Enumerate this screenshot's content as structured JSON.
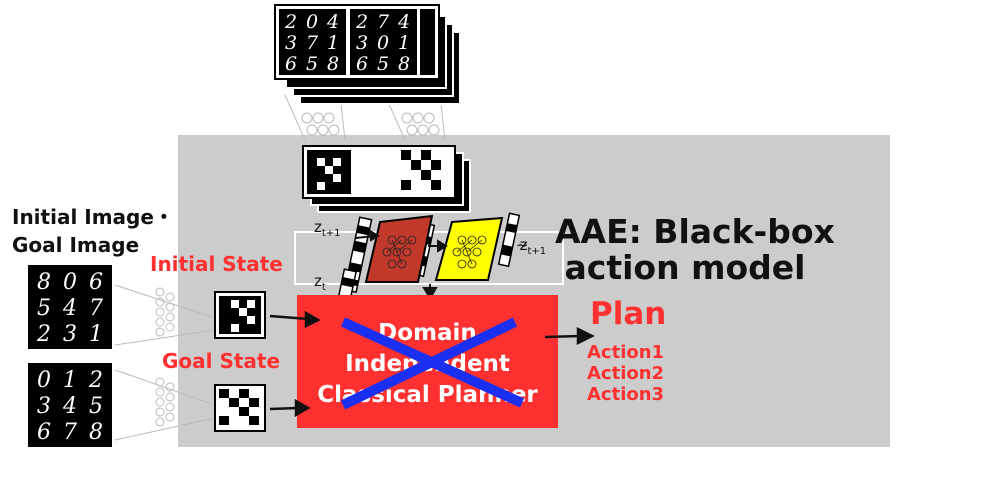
{
  "captions": {
    "input_images": "Initial Image・\nGoal Image",
    "initial_state": "Initial State",
    "goal_state": "Goal State",
    "aae": "AAE: Black-box\naction model",
    "plan": "Plan"
  },
  "planner": {
    "label_lines": [
      "Domain",
      "Independent",
      "Classical Planner"
    ]
  },
  "plan_actions": [
    "Action1",
    "Action2",
    "Action3"
  ],
  "latent_labels": {
    "z_t": "z",
    "z_t_sub": "t",
    "z_t1": "z",
    "z_t1_sub": "t+1",
    "z_tilde": "z",
    "z_tilde_sub": "t+1"
  },
  "digit_grids": {
    "initial_image": [
      [
        "8",
        "0",
        "6"
      ],
      [
        "5",
        "4",
        "7"
      ],
      [
        "2",
        "3",
        "1"
      ]
    ],
    "goal_image": [
      [
        "0",
        "1",
        "2"
      ],
      [
        "3",
        "4",
        "5"
      ],
      [
        "6",
        "7",
        "8"
      ]
    ],
    "top_left": [
      [
        "2",
        "0",
        "4"
      ],
      [
        "3",
        "7",
        "1"
      ],
      [
        "6",
        "5",
        "8"
      ]
    ],
    "top_right": [
      [
        "2",
        "7",
        "4"
      ],
      [
        "3",
        "0",
        "1"
      ],
      [
        "6",
        "5",
        "8"
      ]
    ]
  },
  "colors": {
    "aae_box": "#cccccc",
    "planner": "#ff3030",
    "cross": "#1a2ff0",
    "action_red": "#c0392b",
    "action_yellow": "#ffff00",
    "label_red": "#ff3030"
  }
}
